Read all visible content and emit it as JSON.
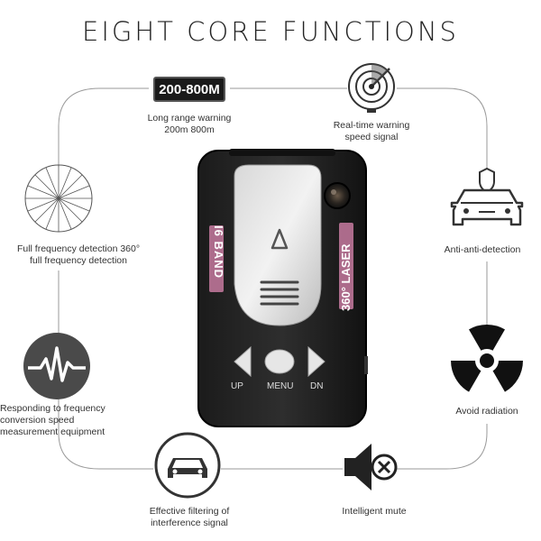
{
  "title": "EIGHT CORE FUNCTIONS",
  "features": [
    {
      "lines": [
        "Long range warning",
        "200m 800m"
      ],
      "icon": "range-badge-icon",
      "badge": "200-800M"
    },
    {
      "lines": [
        "Real-time warning",
        "speed signal"
      ],
      "icon": "radar-icon"
    },
    {
      "lines": [
        "Full frequency detection 360°",
        "full frequency detection"
      ],
      "icon": "spoke-wheel-icon"
    },
    {
      "lines": [
        "Anti-anti-detection"
      ],
      "icon": "car-shield-icon"
    },
    {
      "lines": [
        "Responding to frequency",
        "conversion speed",
        "measurement equipment"
      ],
      "icon": "pulse-icon"
    },
    {
      "lines": [
        "Avoid radiation"
      ],
      "icon": "radiation-icon"
    },
    {
      "lines": [
        "Effective filtering of",
        "interference signal"
      ],
      "icon": "car-circle-icon"
    },
    {
      "lines": [
        "Intelligent mute"
      ],
      "icon": "mute-speaker-icon"
    }
  ],
  "device": {
    "left_text": "I6 BAND",
    "right_text": "360° LASER",
    "buttons": [
      "UP",
      "MENU",
      "DN"
    ]
  }
}
